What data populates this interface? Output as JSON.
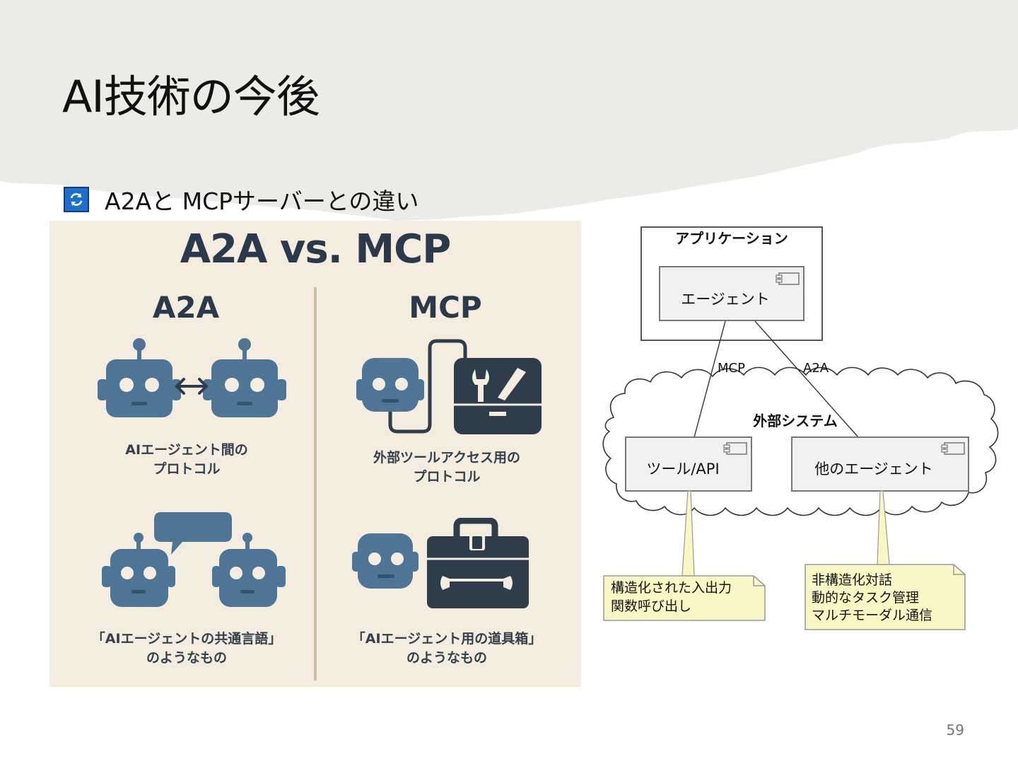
{
  "slide": {
    "title": "AI技術の今後",
    "bullet_icon": "refresh-arrows-icon",
    "bullet_text": "A2Aと MCPサーバーとの違い",
    "page_number": "59"
  },
  "infographic": {
    "title": "A2A vs. MCP",
    "a2a": {
      "heading": "A2A",
      "caption1_line1": "AIエージェント間の",
      "caption1_line2": "プロトコル",
      "caption2_line1": "「AIエージェントの共通言語」",
      "caption2_line2": "のようなもの"
    },
    "mcp": {
      "heading": "MCP",
      "caption1_line1": "外部ツールアクセス用の",
      "caption1_line2": "プロトコル",
      "caption2_line1": "「AIエージェント用の道具箱」",
      "caption2_line2": "のようなもの"
    },
    "colors": {
      "background": "#f3ecdf",
      "robot": "#4e7596",
      "toolbox": "#2f3d4b"
    }
  },
  "uml": {
    "application_label": "アプリケーション",
    "agent_label": "エージェント",
    "edge_mcp": "MCP",
    "edge_a2a": "A2A",
    "external_label": "外部システム",
    "tool_label": "ツール/API",
    "other_agent_label": "他のエージェント",
    "note_mcp": [
      "構造化された入出力",
      "関数呼び出し"
    ],
    "note_a2a": [
      "非構造化対話",
      "動的なタスク管理",
      "マルチモーダル通信"
    ]
  }
}
